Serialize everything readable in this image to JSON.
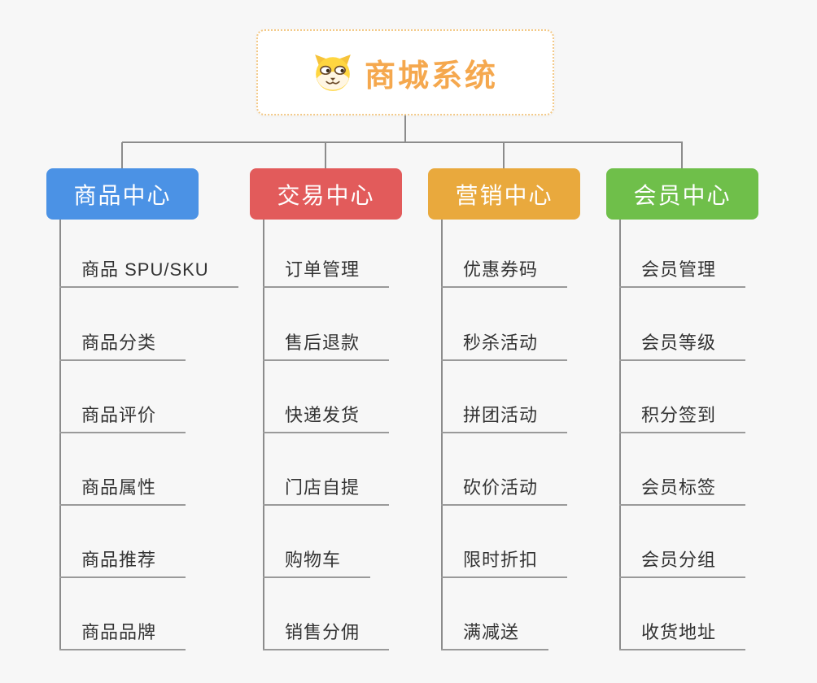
{
  "colors": {
    "bg": "#f7f7f7",
    "connector": "#8c8c8c",
    "underline": "#9a9a9a",
    "leaf-text": "#333333",
    "root-text": "#f5a84e",
    "root-border": "#f3c988"
  },
  "root": {
    "title": "商城系统",
    "icon": "dog-icon"
  },
  "branches": [
    {
      "label": "商品中心",
      "color": "#4b92e5",
      "items": [
        "商品 SPU/SKU",
        "商品分类",
        "商品评价",
        "商品属性",
        "商品推荐",
        "商品品牌"
      ]
    },
    {
      "label": "交易中心",
      "color": "#e25b5b",
      "items": [
        "订单管理",
        "售后退款",
        "快递发货",
        "门店自提",
        "购物车",
        "销售分佣"
      ]
    },
    {
      "label": "营销中心",
      "color": "#e9a93d",
      "items": [
        "优惠券码",
        "秒杀活动",
        "拼团活动",
        "砍价活动",
        "限时折扣",
        "满减送"
      ]
    },
    {
      "label": "会员中心",
      "color": "#6fbf4a",
      "items": [
        "会员管理",
        "会员等级",
        "积分签到",
        "会员标签",
        "会员分组",
        "收货地址"
      ]
    }
  ]
}
